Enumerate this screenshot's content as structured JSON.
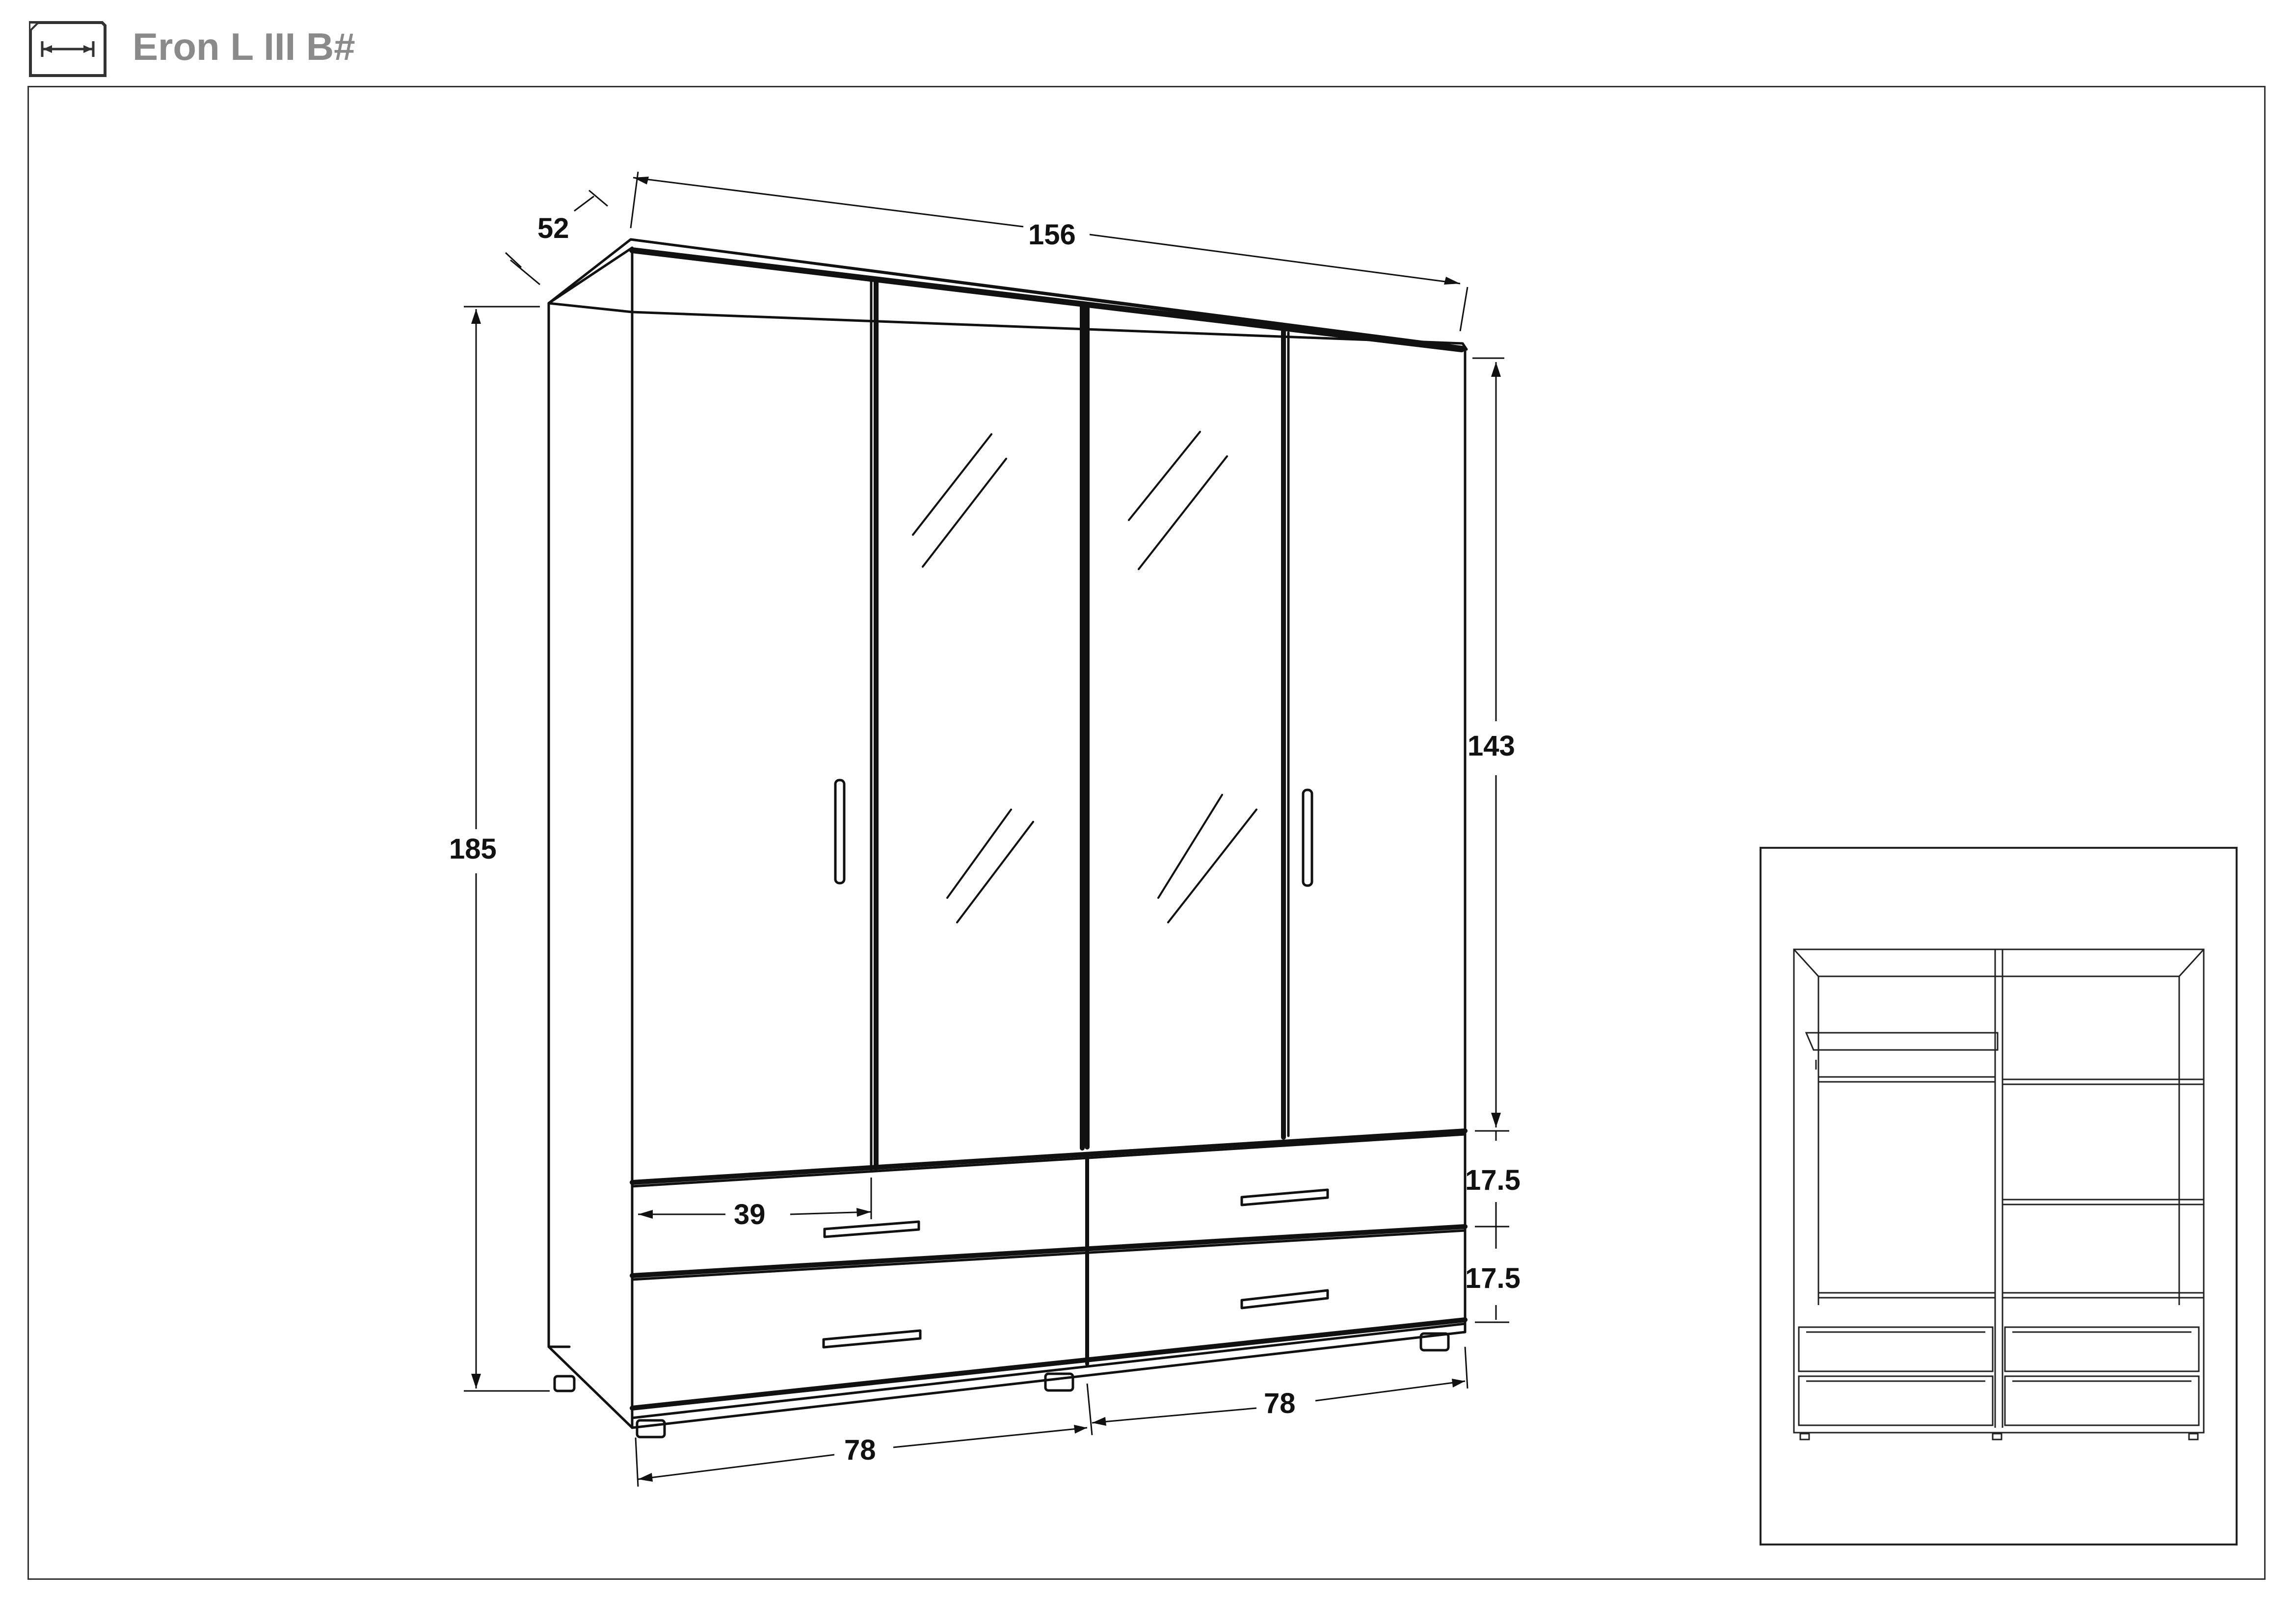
{
  "title": "Eron L III B#",
  "header_icon": "dimension-ruler-icon",
  "dimensions": {
    "depth": "52",
    "width": "156",
    "height": "185",
    "door_height": "143",
    "drawer_height_top": "17.5",
    "drawer_height_bottom": "17.5",
    "drawer_width_inner": "39",
    "bottom_width_left": "78",
    "bottom_width_right": "78"
  },
  "colors": {
    "line": "#111111",
    "title": "#8a8a8a",
    "frame": "#333333"
  }
}
